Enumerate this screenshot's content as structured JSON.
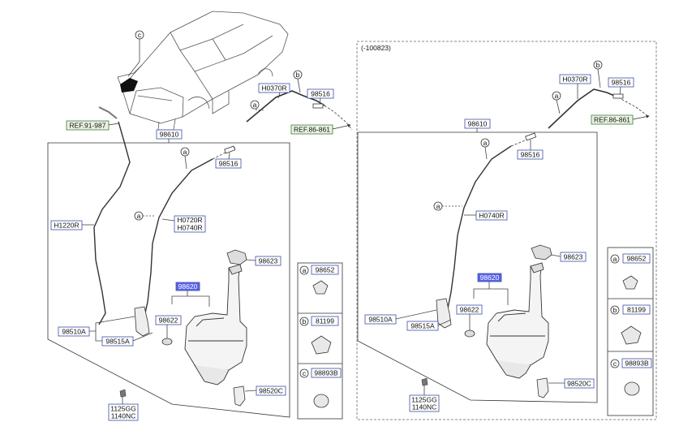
{
  "colors": {
    "callout_border": "#3a4fa8",
    "callout_fill": "#ffffff",
    "highlight_fill": "#5b63e6",
    "highlight_text": "#ffffff",
    "ref_border": "#3c7a3c",
    "ref_fill": "#eaf3e2",
    "line": "#333333"
  },
  "left": {
    "vehicle_callout": "c",
    "ref_91": "REF.91-987",
    "ref_86": "REF.86-861",
    "hose_b_callout": "b",
    "hose_a_callout": "a",
    "h0370r": "H0370R",
    "p98516_top": "98516",
    "p98610": "98610",
    "p98516_mid": "98516",
    "a_mid": "a",
    "a_left": "a",
    "h1220r": "H1220R",
    "h0720r": "H0720R",
    "h0740r": "H0740R",
    "p98623": "98623",
    "p98620": "98620",
    "p98622": "98622",
    "p98510a": "98510A",
    "p98515a": "98515A",
    "p98520c": "98520C",
    "p1125gg": "1125GG",
    "p1140nc": "1140NC"
  },
  "right": {
    "date_note": "(-100823)",
    "b_callout": "b",
    "a_callout": "a",
    "h0370r": "H0370R",
    "p98516_top": "98516",
    "ref_86": "REF.86-861",
    "p98610": "98610",
    "a_mid": "a",
    "p98516_mid": "98516",
    "a_left": "a",
    "h0740r": "H0740R",
    "p98623": "98623",
    "p98620": "98620",
    "p98622": "98622",
    "p98510a": "98510A",
    "p98515a": "98515A",
    "p98520c": "98520C",
    "p1125gg": "1125GG",
    "p1140nc": "1140NC"
  },
  "legend_left": [
    {
      "letter": "a",
      "part": "98652"
    },
    {
      "letter": "b",
      "part": "81199"
    },
    {
      "letter": "c",
      "part": "98893B"
    }
  ],
  "legend_right": [
    {
      "letter": "a",
      "part": "98652"
    },
    {
      "letter": "b",
      "part": "81199"
    },
    {
      "letter": "c",
      "part": "98893B"
    }
  ]
}
